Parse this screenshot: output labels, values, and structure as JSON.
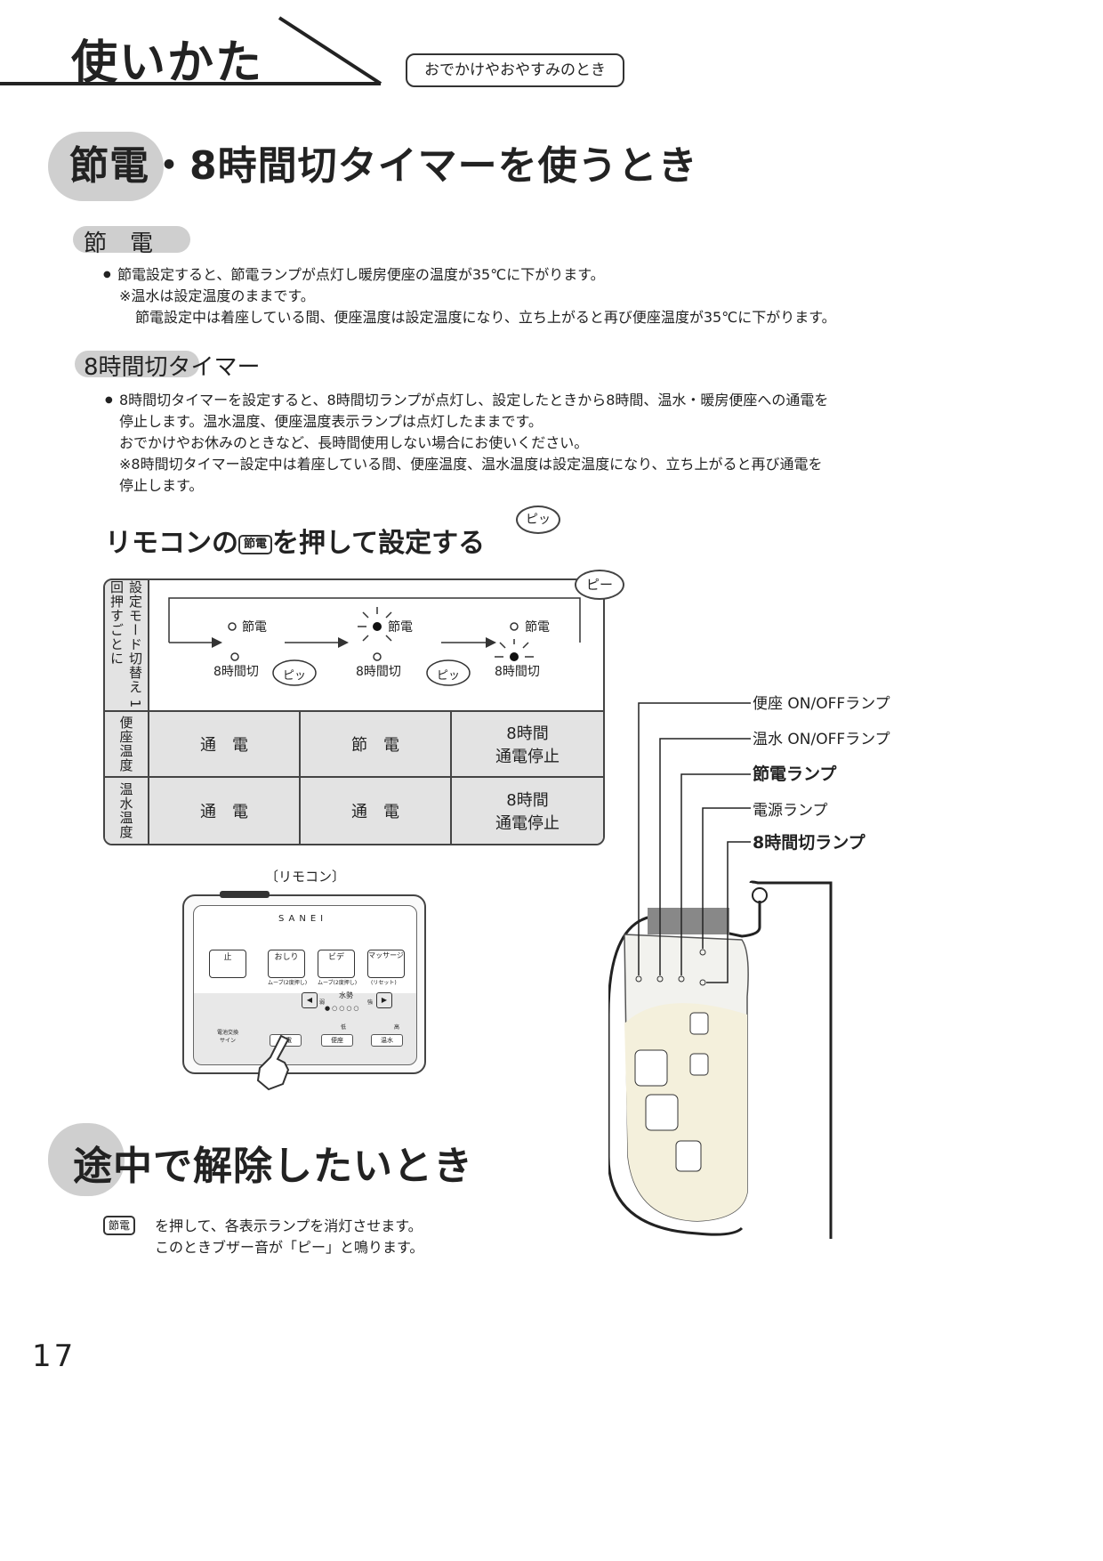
{
  "header": {
    "title": "使いかた",
    "tag": "おでかけやおやすみのとき"
  },
  "section1": {
    "title": "節電・8時間切タイマーを使うとき",
    "sub1": {
      "title": "節　電",
      "lines": [
        "節電設定すると、節電ランプが点灯し暖房便座の温度が35℃に下がります。",
        "※温水は設定温度のままです。",
        "節電設定中は着座している間、便座温度は設定温度になり、立ち上がると再び便座温度が35℃に下がります。"
      ]
    },
    "sub2": {
      "title": "8時間切タイマー",
      "lines": [
        "8時間切タイマーを設定すると、8時間切ランプが点灯し、設定したときから8時間、温水・暖房便座への通電を",
        "停止します。温水温度、便座温度表示ランプは点灯したままです。",
        "おでかけやお休みのときなど、長時間使用しない場合にお使いください。",
        "※8時間切タイマー設定中は着座している間、便座温度、温水温度は設定温度になり、立ち上がると再び通電を",
        "停止します。"
      ]
    },
    "instruction": {
      "prefix": "リモコンの",
      "key": "節電",
      "suffix": "を押して設定する",
      "sound": "ピッ"
    }
  },
  "table": {
    "beep_end": "ピー",
    "mode_header": "設定モード切替え 1回押すごとに",
    "states": [
      {
        "top": "節電",
        "bottom": "8時間切",
        "lit": "none"
      },
      {
        "top": "節電",
        "bottom": "8時間切",
        "lit": "top"
      },
      {
        "top": "節電",
        "bottom": "8時間切",
        "lit": "bottom"
      }
    ],
    "beeps": [
      "ピッ",
      "ピッ"
    ],
    "rows": [
      {
        "header": "便座温度",
        "cells": [
          "通　電",
          "節　電",
          "8時間\n通電停止"
        ]
      },
      {
        "header": "温水温度",
        "cells": [
          "通　電",
          "通　電",
          "8時間\n通電停止"
        ]
      }
    ]
  },
  "remote": {
    "caption": "〔リモコン〕",
    "brand": "SANEI",
    "buttons": [
      "止",
      "おしり",
      "ビデ",
      "マッサージ"
    ],
    "button_notes": [
      "ムーブ(2度押し)",
      "ムーブ(2度押し)",
      "(リセット)"
    ],
    "water_label": "水勢",
    "water_low": "弱",
    "water_high": "強",
    "temp_low": "低",
    "temp_high": "高",
    "lower_buttons": [
      "節電",
      "便座",
      "温水"
    ],
    "battery_label": "電池交換サイン"
  },
  "lamps": [
    {
      "label": "便座 ON/OFFランプ",
      "bold": false
    },
    {
      "label": "温水 ON/OFFランプ",
      "bold": false
    },
    {
      "label": "節電ランプ",
      "bold": true
    },
    {
      "label": "電源ランプ",
      "bold": false
    },
    {
      "label": "8時間切ランプ",
      "bold": true
    }
  ],
  "section2": {
    "title": "途中で解除したいとき",
    "key": "節電",
    "line1": "を押して、各表示ランプを消灯させます。",
    "line2": "このときブザー音が「ピー」と鳴ります。"
  },
  "page_number": "17"
}
